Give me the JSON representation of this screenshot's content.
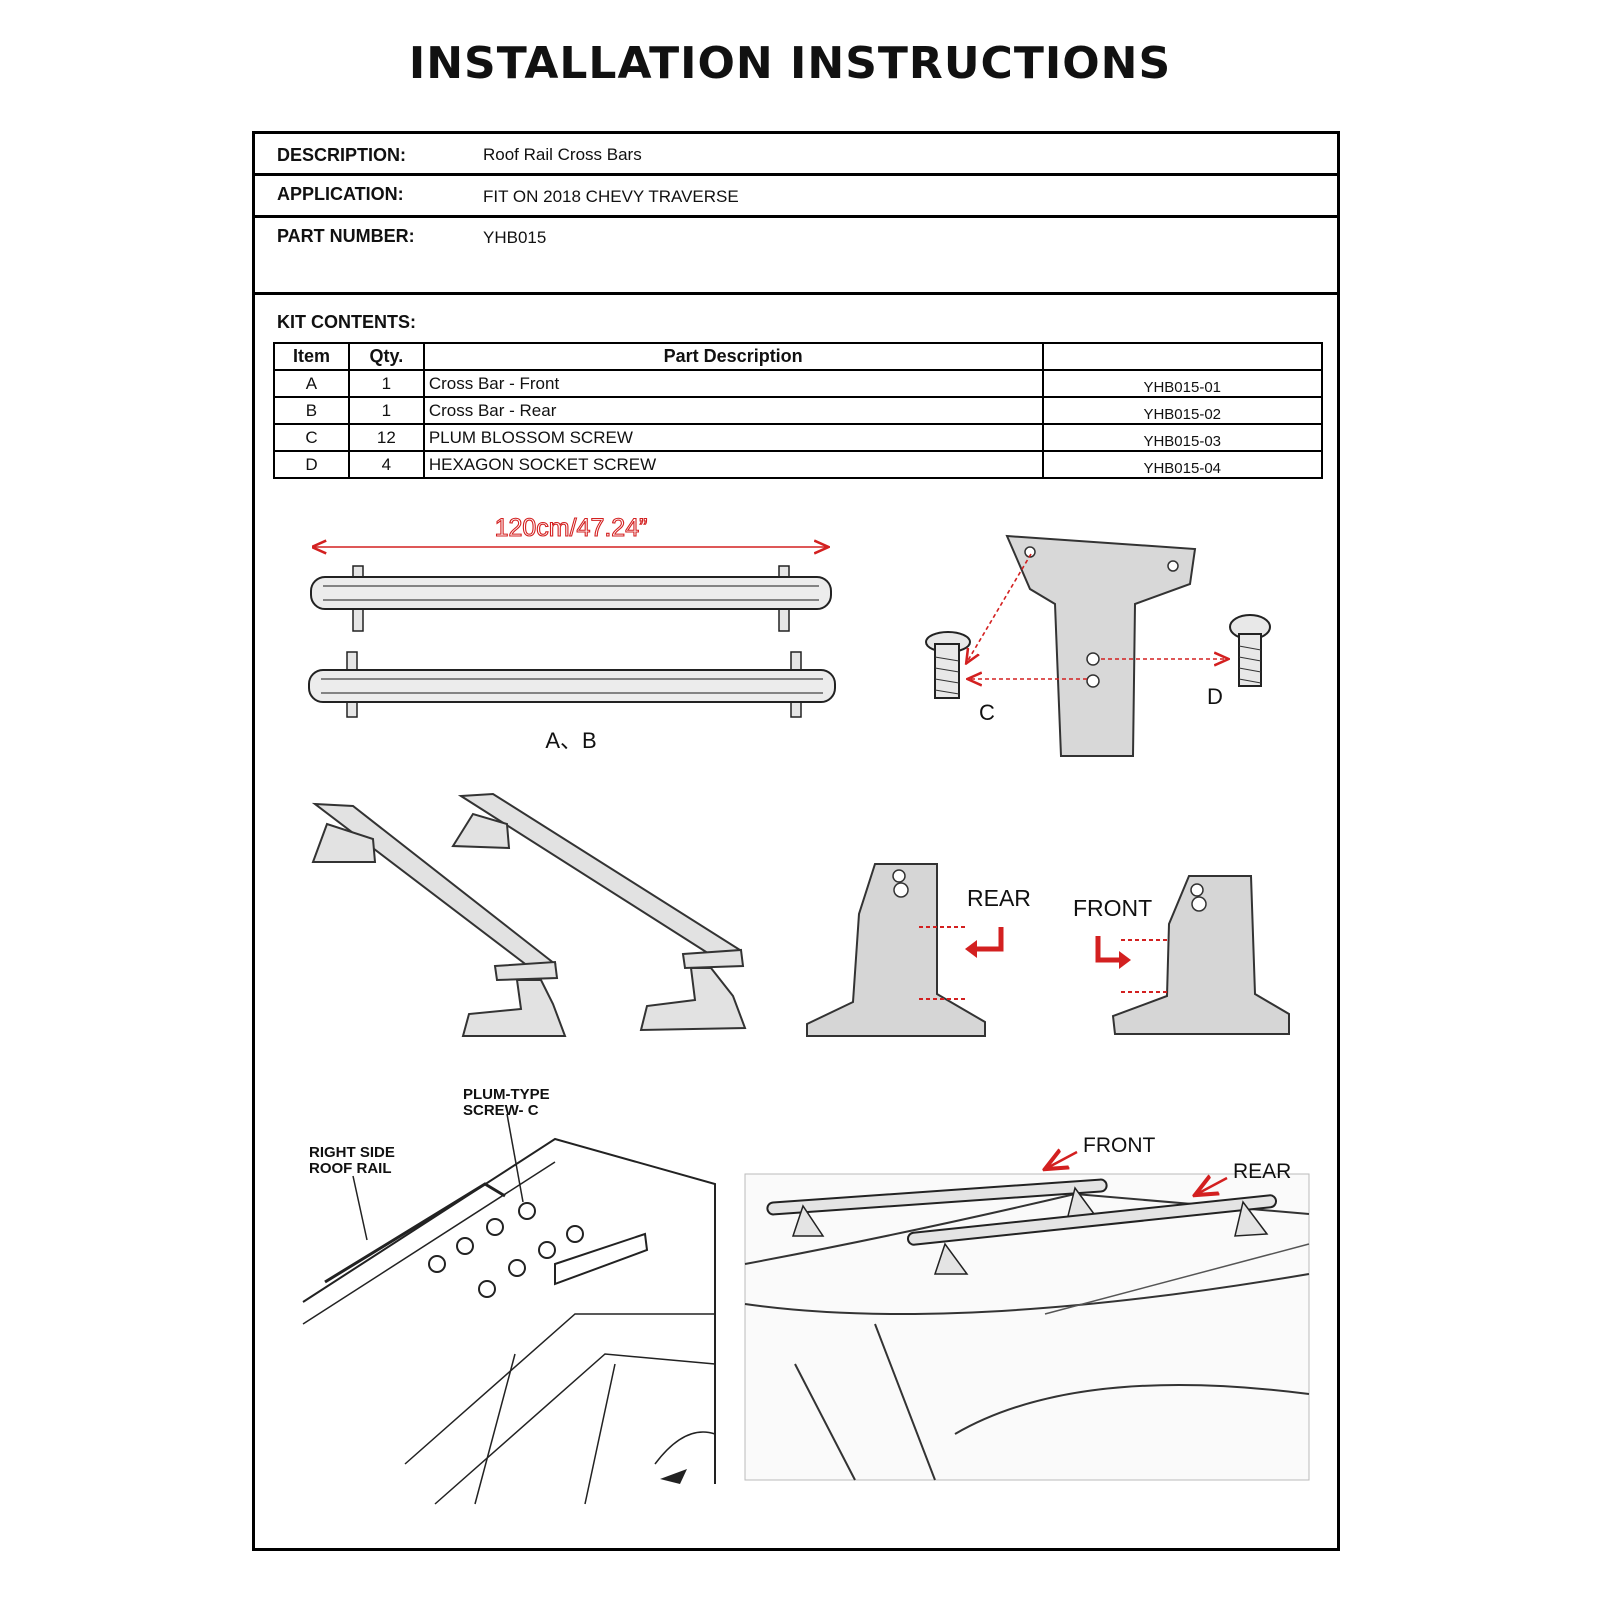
{
  "title": "INSTALLATION INSTRUCTIONS",
  "header": {
    "description_label": "DESCRIPTION:",
    "description_value": "Roof Rail Cross Bars",
    "application_label": "APPLICATION:",
    "application_value": "FIT ON 2018 CHEVY TRAVERSE",
    "part_number_label": "PART NUMBER:",
    "part_number_value": "YHB015"
  },
  "kit": {
    "label": "KIT CONTENTS:",
    "columns": [
      "Item",
      "Qty.",
      "Part Description",
      ""
    ],
    "rows": [
      {
        "item": "A",
        "qty": "1",
        "desc": "Cross Bar - Front",
        "part": "YHB015-01"
      },
      {
        "item": "B",
        "qty": "1",
        "desc": "Cross Bar - Rear",
        "part": "YHB015-02"
      },
      {
        "item": "C",
        "qty": "12",
        "desc": "PLUM BLOSSOM SCREW",
        "part": "YHB015-03"
      },
      {
        "item": "D",
        "qty": "4",
        "desc": "HEXAGON SOCKET SCREW",
        "part": "YHB015-04"
      }
    ]
  },
  "figures": {
    "length_label": "120cm/47.24”",
    "bars_label": "A、B",
    "screw_c": "C",
    "screw_d": "D",
    "rear": "REAR",
    "front": "FRONT",
    "plum_screw_line1": "PLUM-TYPE",
    "plum_screw_line2": "SCREW- C",
    "roof_rail_line1": "RIGHT SIDE",
    "roof_rail_line2": "ROOF RAIL",
    "car_front": "FRONT",
    "car_rear": "REAR"
  },
  "colors": {
    "accent_red": "#d32020",
    "ink": "#111111",
    "sketch_fill": "#dcdcdc"
  }
}
